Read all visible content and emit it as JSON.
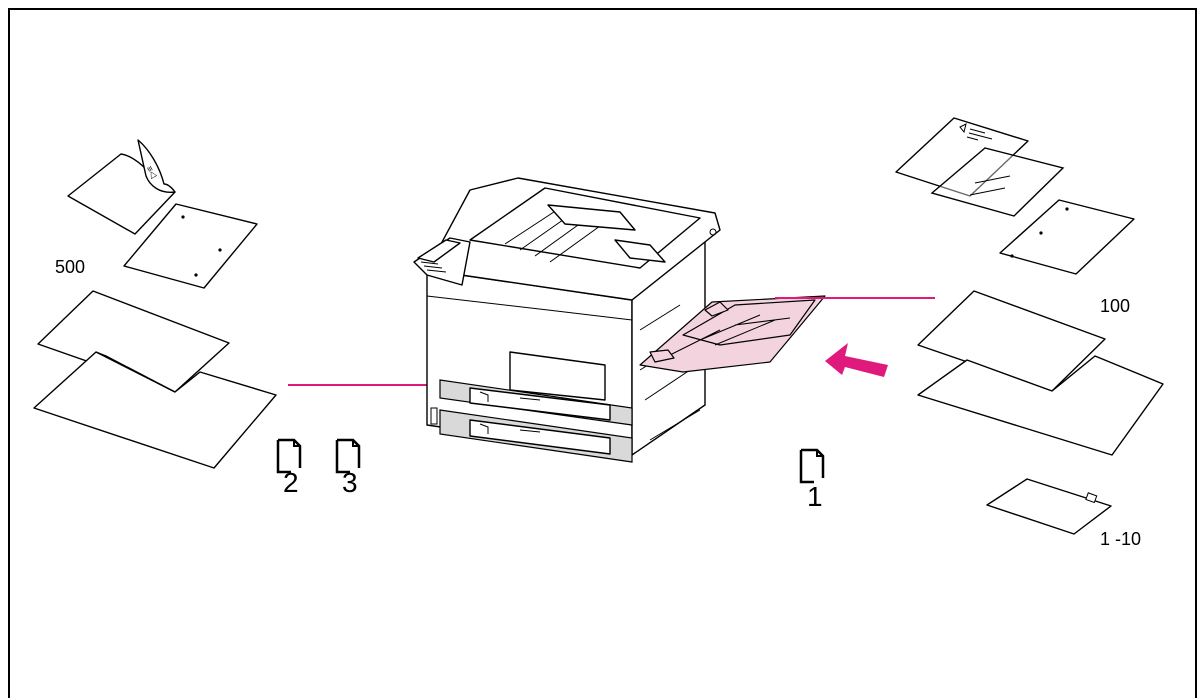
{
  "labels": {
    "capacity_left": "500",
    "capacity_right": "100",
    "envelope_capacity": "1 -10"
  },
  "tray_icons": [
    {
      "number": "1"
    },
    {
      "number": "2"
    },
    {
      "number": "3"
    }
  ],
  "colors": {
    "accent": "#e0197c",
    "tray1_highlight": "#f3d3dd",
    "paper_tray_gray": "#d9d9d9"
  }
}
